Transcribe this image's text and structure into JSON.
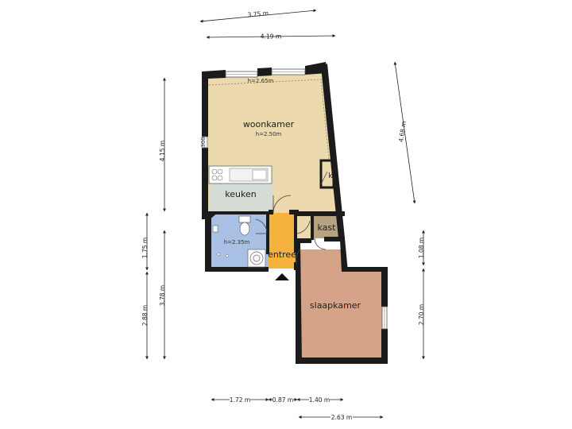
{
  "colors": {
    "woonkamer": "#ecd9ad",
    "keuken": "#d5dbd5",
    "badkamer": "#a7c0e4",
    "entree": "#f5b23f",
    "kast": "#b7a37f",
    "slaapkamer": "#d5a488",
    "wall": "#1b1b1b"
  },
  "rooms": {
    "woonkamer": {
      "label": "woonkamer",
      "height": "h=2.50m"
    },
    "keuken": {
      "label": "keuken"
    },
    "badkamer": {
      "height": "h=2.35m"
    },
    "entree": {
      "label": "entree"
    },
    "kast": {
      "label": "kast"
    },
    "slaapkamer": {
      "label": "slaapkamer"
    },
    "kastje": {
      "label": "k"
    }
  },
  "annotations": {
    "ceiling_height": "h=2.65m",
    "small_label": "300"
  },
  "dimensions": {
    "top_outer": "3.75 m",
    "top_inner": "4.19 m",
    "left_top": "4.15 m",
    "left_mid": "1.75 m",
    "left_bottom_outer": "2.88 m",
    "left_bottom_inner": "3.78 m",
    "right_top": "4.68 m",
    "right_mid": "1.08 m",
    "right_bottom": "2.70 m",
    "bottom_1": "1.72 m",
    "bottom_2": "0.87 m",
    "bottom_3": "1.40 m",
    "bottom_4": "2.63 m"
  }
}
